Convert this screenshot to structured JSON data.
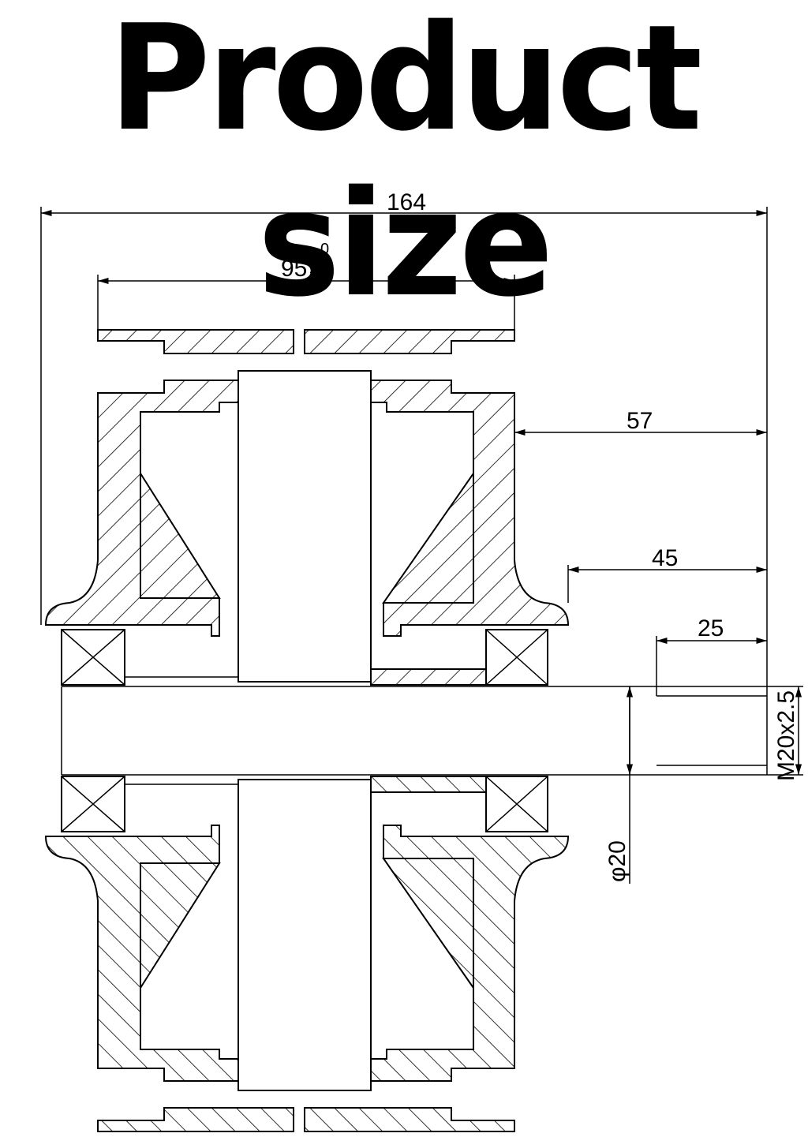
{
  "title": "Product size",
  "dimensions": {
    "overall_length": "164",
    "hub_width": "95",
    "hub_tol_upper": "0",
    "hub_tol_lower": "+2",
    "to_flange": "57",
    "to_shoulder": "45",
    "thread_length": "25",
    "thread_spec": "M20x2.5",
    "shaft_dia": "φ20"
  },
  "colors": {
    "line": "#000000",
    "background": "#ffffff"
  }
}
